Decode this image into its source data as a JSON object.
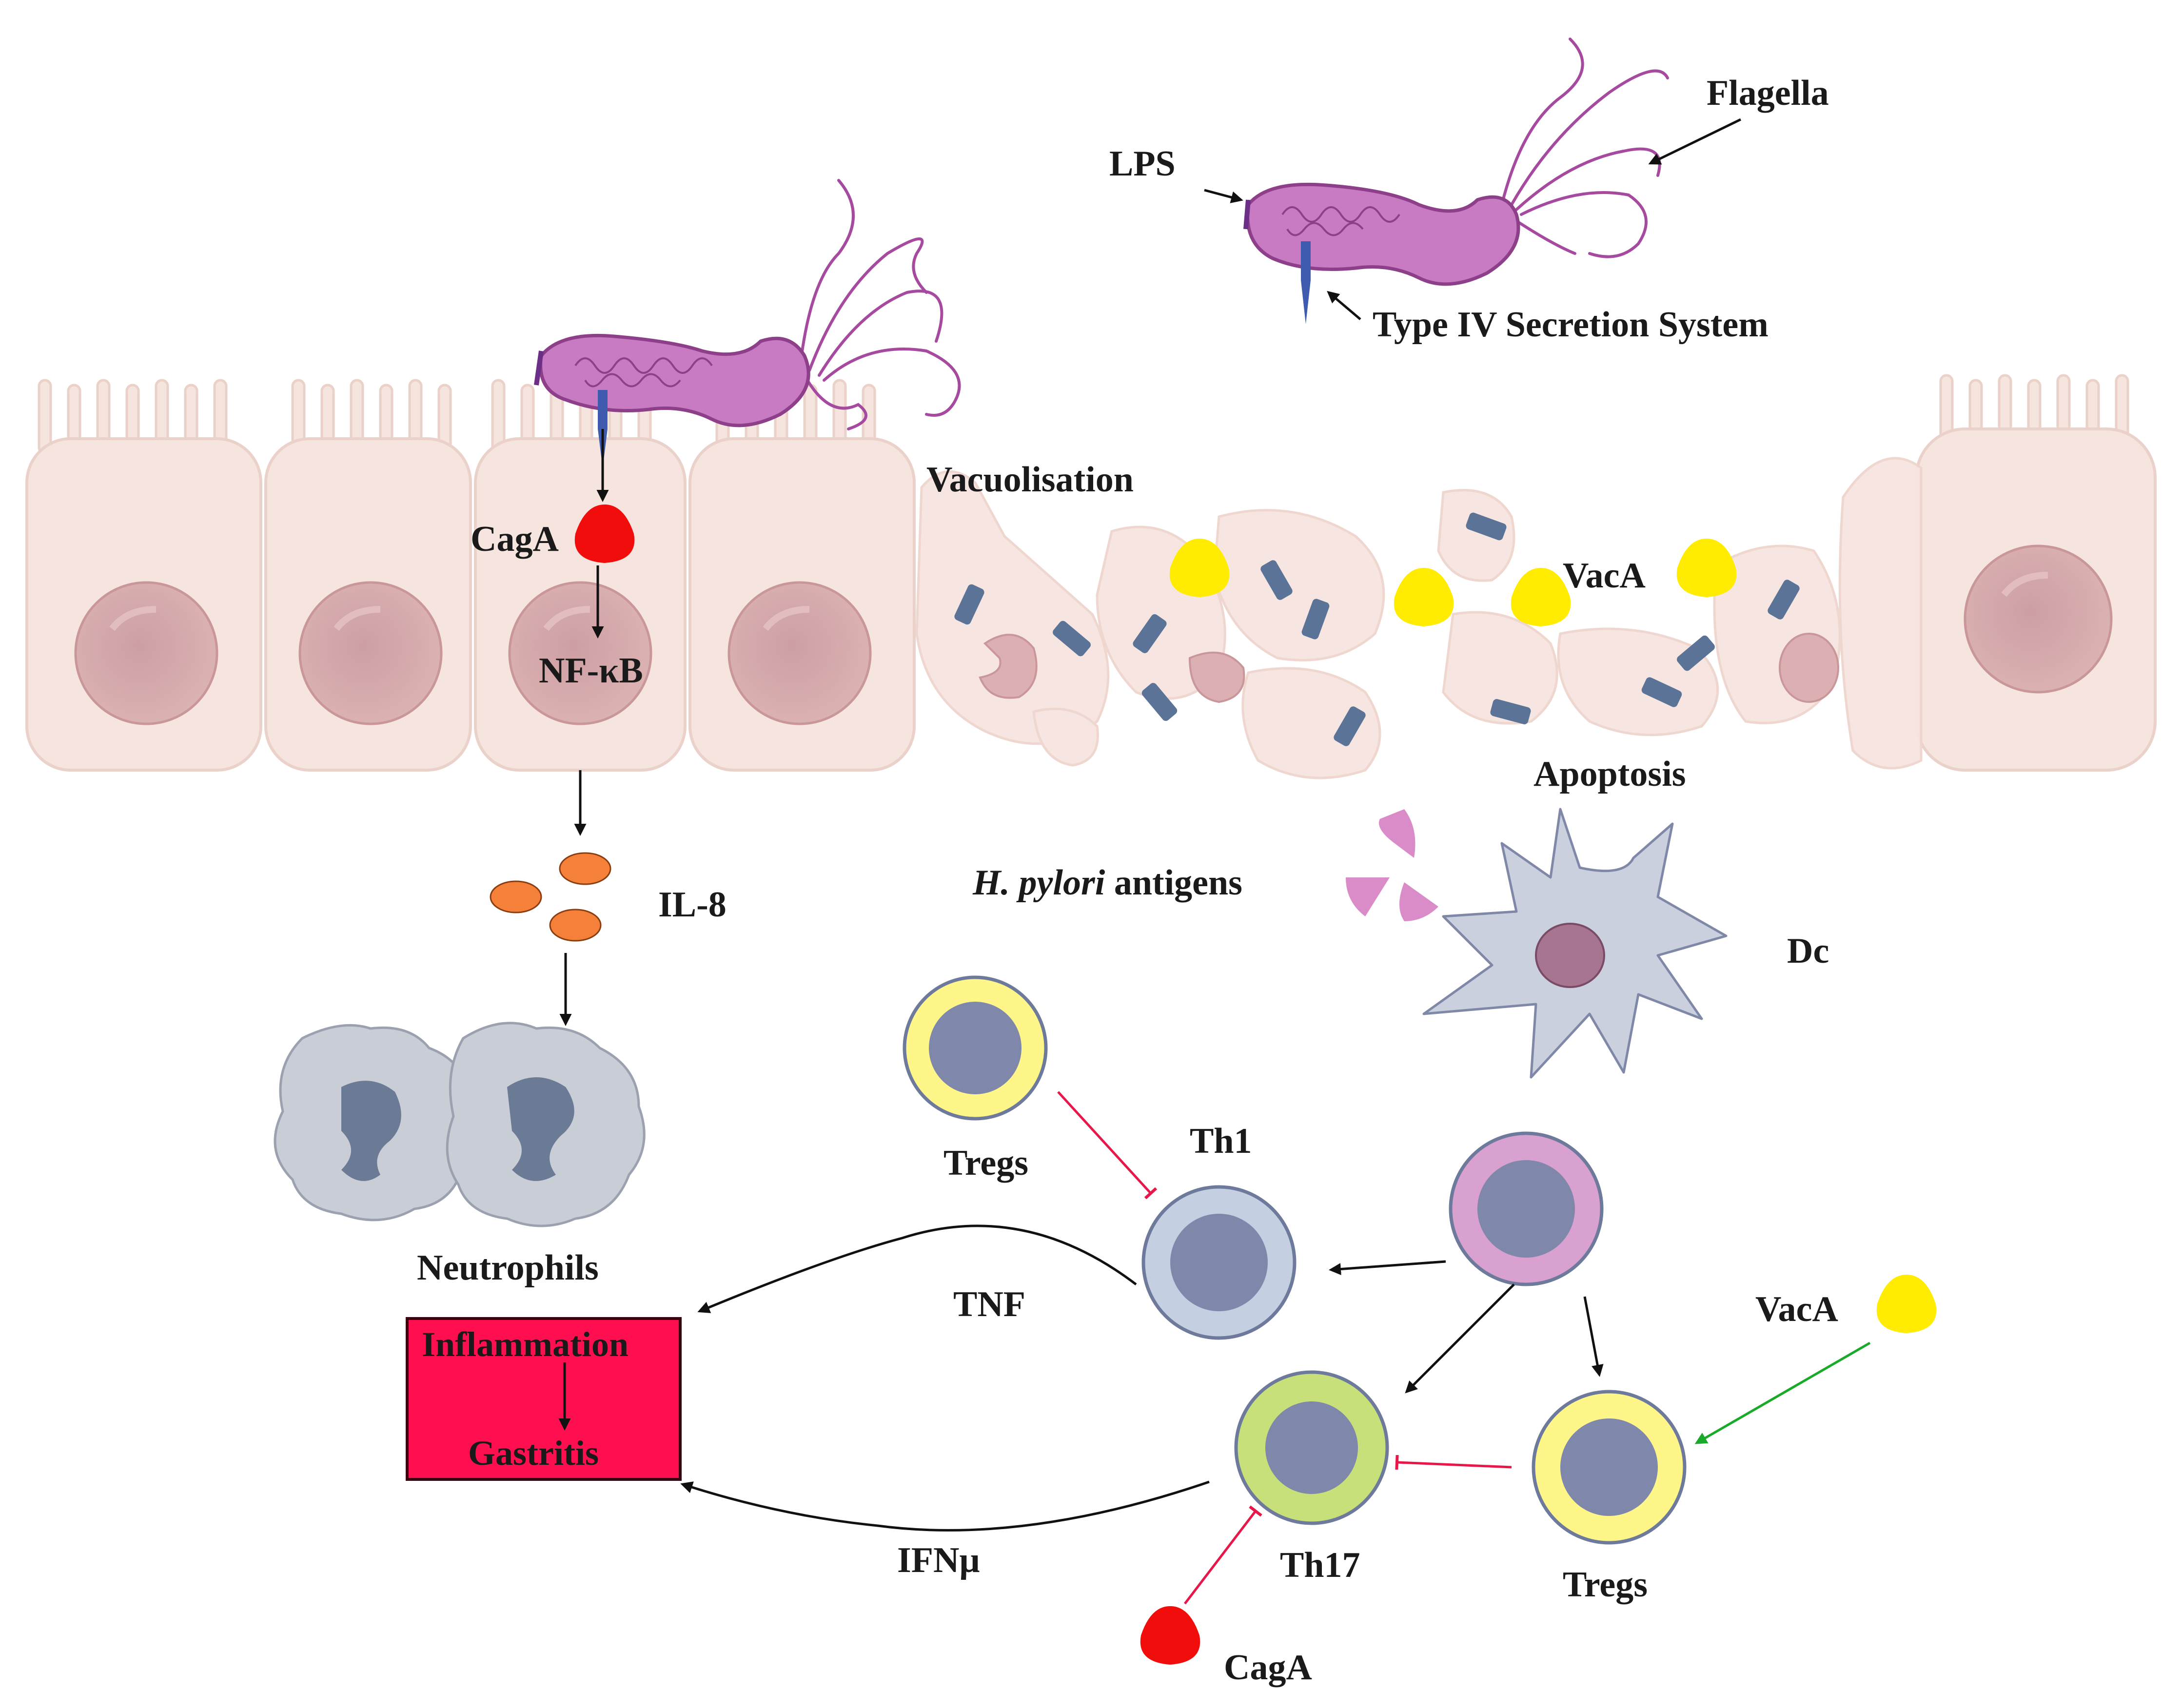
{
  "labels": {
    "lps": "LPS",
    "flagella": "Flagella",
    "t4ss": "Type IV Secretion System",
    "vacuolisation": "Vacuolisation",
    "cagA_top": "CagA",
    "nfkb": "NF-κB",
    "vacA_mid": "VacA",
    "apoptosis": "Apoptosis",
    "il8": "IL-8",
    "hp_antigens_italic": "H. pylori",
    "hp_antigens_rest": " antigens",
    "dc": "Dc",
    "tregs_top": "Tregs",
    "th1": "Th1",
    "neutrophils": "Neutrophils",
    "tnf": "TNF",
    "vacA_right": "VacA",
    "inflammation": "Inflammation",
    "gastritis": "Gastritis",
    "th17": "Th17",
    "tregs_bottom": "Tregs",
    "ifn": "IFNμ",
    "cagA_bottom": "CagA"
  },
  "colors": {
    "epithelium": "#f6e4df",
    "epithelium_edge": "#ead1ca",
    "nucleus": "#d9aeb0",
    "bacterium": "#c87bc2",
    "bacterium_edge": "#8d3f8a",
    "cagA": "#f20d0d",
    "vacA": "#ffec00",
    "il8": "#f5803a",
    "antigen": "#d98cc8",
    "dendritic_cell": "#cbd0df",
    "treg_ring": "#fff68a",
    "th1_ring": "#c5cfe2",
    "th17_ring": "#c8e07a",
    "precursor_ring": "#d9a1d0",
    "lymph_nucleus": "#7f87ab",
    "inflammation_box": "#ff0f4f",
    "inhibition": "#e8174a",
    "activation": "#1aaa2a",
    "arrow": "#111111"
  }
}
